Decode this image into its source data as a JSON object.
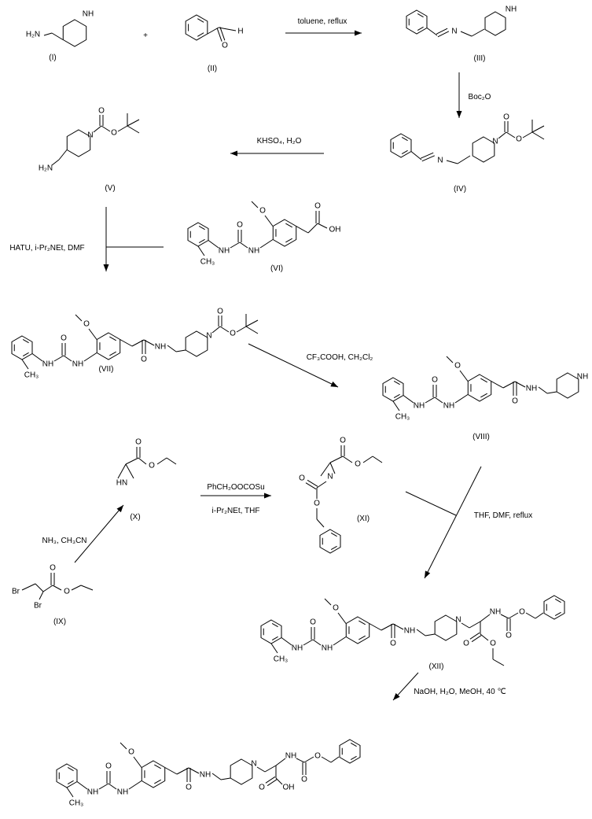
{
  "atoms": {
    "nh": "NH",
    "hn": "HN",
    "o": "O",
    "ch3": "CH₃",
    "n": "N",
    "h": "H",
    "oh": "OH",
    "br": "Br",
    "h2n": "H₂N"
  },
  "compounds": {
    "I": "(I)",
    "II": "(II)",
    "III": "(III)",
    "IV": "(IV)",
    "V": "(V)",
    "VI": "(VI)",
    "VII": "(VII)",
    "VIII": "(VIII)",
    "IX": "(IX)",
    "X": "(X)",
    "XI": "(XI)",
    "XII": "(XII)"
  },
  "plus": "+",
  "reagents": {
    "step1": "toluene, reflux",
    "step2": "Boc₂O",
    "step3": "KHSO₄, H₂O",
    "step4": "HATU, i-Pr₂NEt, DMF",
    "step5": "CF₃COOH, CH₂Cl₂",
    "step6a": "PhCH₂OOCOSu",
    "step6b": "i-Pr₂NEt, THF",
    "step7": "NH₃, CH₃CN",
    "step8": "THF, DMF, reflux",
    "step9": "NaOH, H₂O, MeOH, 40 ℃"
  }
}
